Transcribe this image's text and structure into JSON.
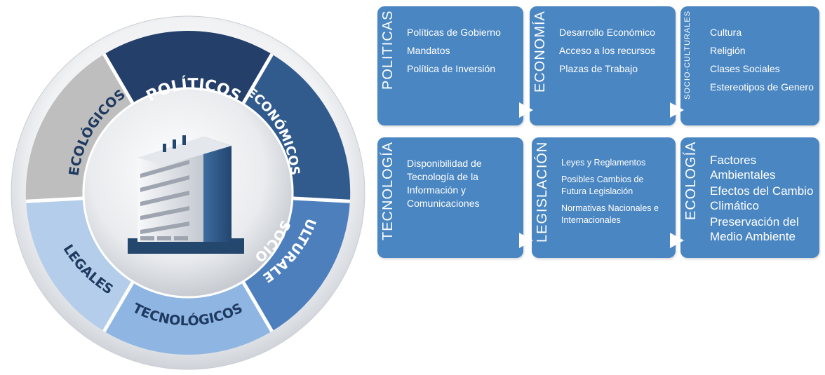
{
  "wheel": {
    "segments": {
      "politicos": "POLÍTICOS",
      "economicos": "ECONÓMICOS",
      "socioculturales_1": "SOCIO",
      "socioculturales_2": "CULTURALES",
      "tecnologicos": "TECNOLÓGICOS",
      "legales": "LEGALES",
      "ecologicos": "ECOLÓGICOS"
    }
  },
  "cards": [
    {
      "title": "POLITICAS",
      "items": [
        "Políticas de Gobierno",
        "Mandatos",
        "Política de Inversión"
      ]
    },
    {
      "title": "ECONOMÍA",
      "items": [
        "Desarrollo Económico",
        "Acceso a los recursos",
        "Plazas de Trabajo"
      ]
    },
    {
      "title": "SOCIO-CULTURALES",
      "items": [
        "Cultura",
        "Religión",
        "Clases Sociales",
        "Estereotipos de Genero"
      ]
    },
    {
      "title": "TECNOLOGÍA",
      "items": [
        "Disponibilidad de Tecnología de la Información y Comunicaciones"
      ]
    },
    {
      "title": "LEGISLACIÓN",
      "items": [
        "Leyes y Reglamentos",
        "Posibles Cambios de Futura Legislación",
        "Normativas Nacionales e Internacionales"
      ]
    },
    {
      "title": "ECOLOGÍA",
      "items": [
        "Factores Ambientales",
        "Efectos del Cambio Climático",
        "Preservación del Medio Ambiente"
      ]
    }
  ],
  "colors": {
    "card": "#4a86c2",
    "politicos": "#233f6a",
    "economicos": "#315a8d",
    "socioculturales": "#4d7fbd",
    "tecnologicos": "#8fb5e2",
    "legales": "#b3cdea",
    "ecologicos": "#bebebe"
  }
}
